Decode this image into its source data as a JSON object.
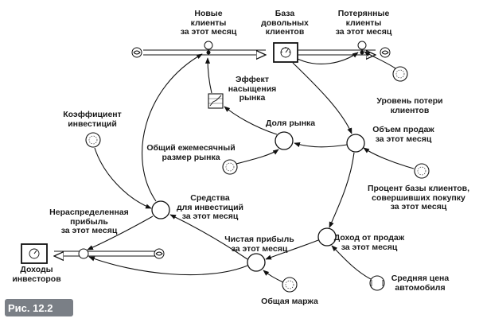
{
  "diagram": {
    "labels": {
      "new_clients": "Новые\nклиенты\nза этот месяц",
      "base_clients": "База\nдовольных\nклиентов",
      "lost_clients": "Потерянные\nклиенты\nза этот месяц",
      "saturation": "Эффект\nнасыщения\nрынка",
      "loss_level": "Уровень потери\nклиентов",
      "invest_coef": "Коэффициент\nинвестиций",
      "market_share": "Доля рынка",
      "sales_volume": "Объем продаж\nза этот месяц",
      "market_size": "Общий ежемесячный\nразмер рынка",
      "repeat_pct": "Процент базы клиентов,\nсовершивших покупку\nза этот месяц",
      "invest_funds": "Средства\nдля инвестиций\nза этот месяц",
      "retained": "Нераспределенная\nприбыль\nза этот месяц",
      "sales_income": "Доход от продаж\nза этот месяц",
      "net_profit": "Чистая прибыль\nза этот месяц",
      "investor_income": "Доходы\nинвесторов",
      "avg_price": "Средняя цена\nавтомобиля",
      "margin": "Общая маржа"
    }
  },
  "caption": "Рис. 12.2"
}
